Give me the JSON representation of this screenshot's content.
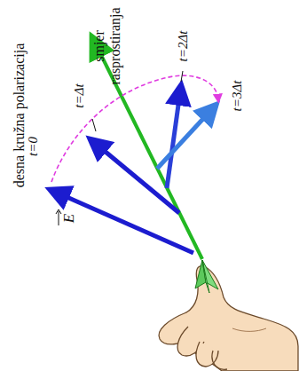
{
  "diagram": {
    "labels": [
      "desna kružna polarizacija",
      "smjer rasprostiranja",
      "t=0",
      "t=Δt",
      "t=2Δt",
      "t=3Δt",
      "E"
    ]
  }
}
